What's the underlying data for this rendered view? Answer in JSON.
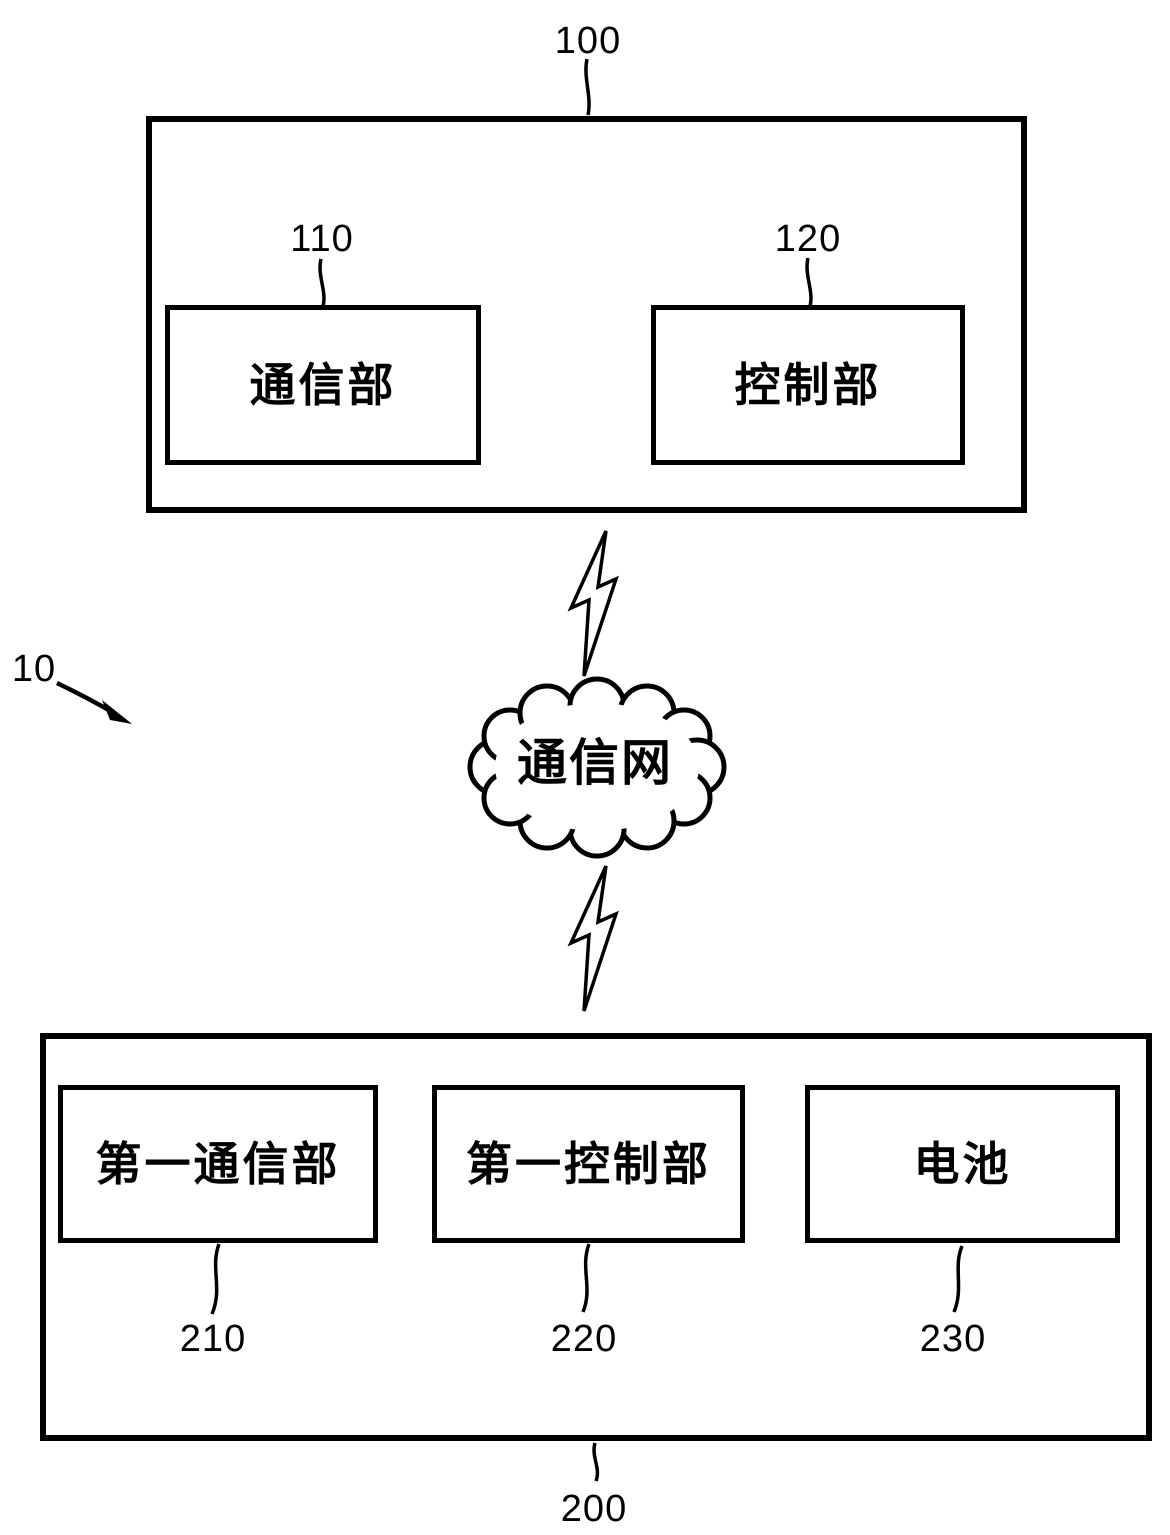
{
  "diagram": {
    "system_ref": "10",
    "top_box": {
      "ref": "100",
      "blocks": [
        {
          "ref": "110",
          "name": "通信部"
        },
        {
          "ref": "120",
          "name": "控制部"
        }
      ]
    },
    "network_cloud": {
      "name": "通信网"
    },
    "bottom_box": {
      "ref": "200",
      "blocks": [
        {
          "ref": "210",
          "name": "第一通信部"
        },
        {
          "ref": "220",
          "name": "第一控制部"
        },
        {
          "ref": "230",
          "name": "电池"
        }
      ]
    },
    "colors": {
      "line": "#000000",
      "background": "#ffffff"
    }
  }
}
